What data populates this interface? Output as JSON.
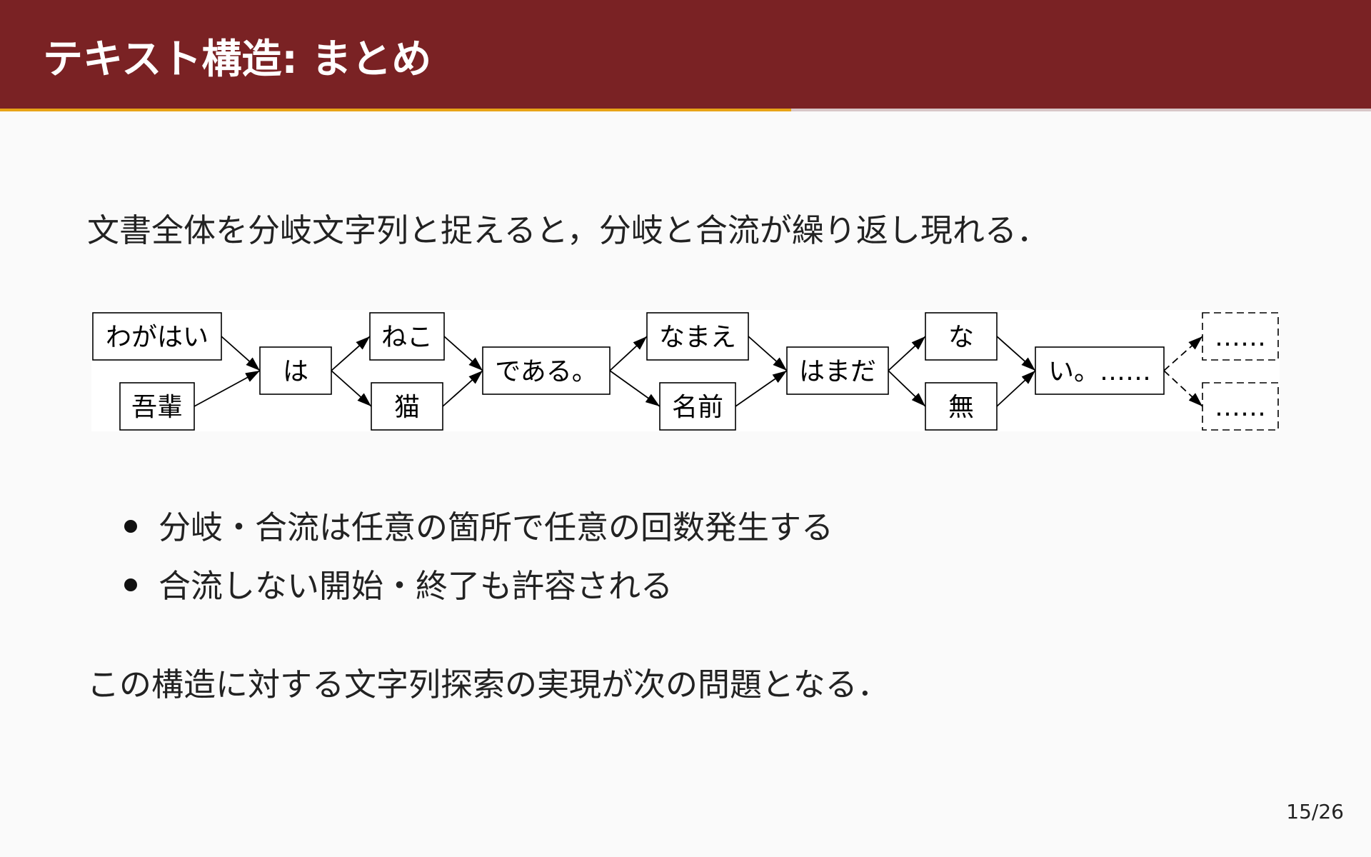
{
  "header": {
    "title": "テキスト構造: まとめ",
    "progress": 0.577
  },
  "intro": "文書全体を分岐文字列と捉えると，分岐と合流が繰り返し現れる．",
  "graph": {
    "nodes": [
      {
        "id": "wagahai",
        "label": "わがはい",
        "dashed": false
      },
      {
        "id": "goho",
        "label": "吾輩",
        "dashed": false
      },
      {
        "id": "ha",
        "label": "は",
        "dashed": false
      },
      {
        "id": "neko",
        "label": "ねこ",
        "dashed": false
      },
      {
        "id": "neko-kanji",
        "label": "猫",
        "dashed": false
      },
      {
        "id": "dearu",
        "label": "である。",
        "dashed": false
      },
      {
        "id": "namae",
        "label": "なまえ",
        "dashed": false
      },
      {
        "id": "namae-kanji",
        "label": "名前",
        "dashed": false
      },
      {
        "id": "hamada",
        "label": "はまだ",
        "dashed": false
      },
      {
        "id": "na",
        "label": "な",
        "dashed": false
      },
      {
        "id": "mu",
        "label": "無",
        "dashed": false
      },
      {
        "id": "i",
        "label": "い。……",
        "dashed": false
      },
      {
        "id": "cont-top",
        "label": "……",
        "dashed": true
      },
      {
        "id": "cont-bottom",
        "label": "……",
        "dashed": true
      }
    ],
    "edges": [
      {
        "from": "wagahai",
        "to": "ha",
        "dashed": false
      },
      {
        "from": "goho",
        "to": "ha",
        "dashed": false
      },
      {
        "from": "ha",
        "to": "neko",
        "dashed": false
      },
      {
        "from": "ha",
        "to": "neko-kanji",
        "dashed": false
      },
      {
        "from": "neko",
        "to": "dearu",
        "dashed": false
      },
      {
        "from": "neko-kanji",
        "to": "dearu",
        "dashed": false
      },
      {
        "from": "dearu",
        "to": "namae",
        "dashed": false
      },
      {
        "from": "dearu",
        "to": "namae-kanji",
        "dashed": false
      },
      {
        "from": "namae",
        "to": "hamada",
        "dashed": false
      },
      {
        "from": "namae-kanji",
        "to": "hamada",
        "dashed": false
      },
      {
        "from": "hamada",
        "to": "na",
        "dashed": false
      },
      {
        "from": "hamada",
        "to": "mu",
        "dashed": false
      },
      {
        "from": "na",
        "to": "i",
        "dashed": false
      },
      {
        "from": "mu",
        "to": "i",
        "dashed": false
      },
      {
        "from": "i",
        "to": "cont-top",
        "dashed": true
      },
      {
        "from": "i",
        "to": "cont-bottom",
        "dashed": true
      }
    ]
  },
  "bullets": [
    "分岐・合流は任意の箇所で任意の回数発生する",
    "合流しない開始・終了も許容される"
  ],
  "outro": "この構造に対する文字列探索の実現が次の問題となる．",
  "page": "15/26"
}
